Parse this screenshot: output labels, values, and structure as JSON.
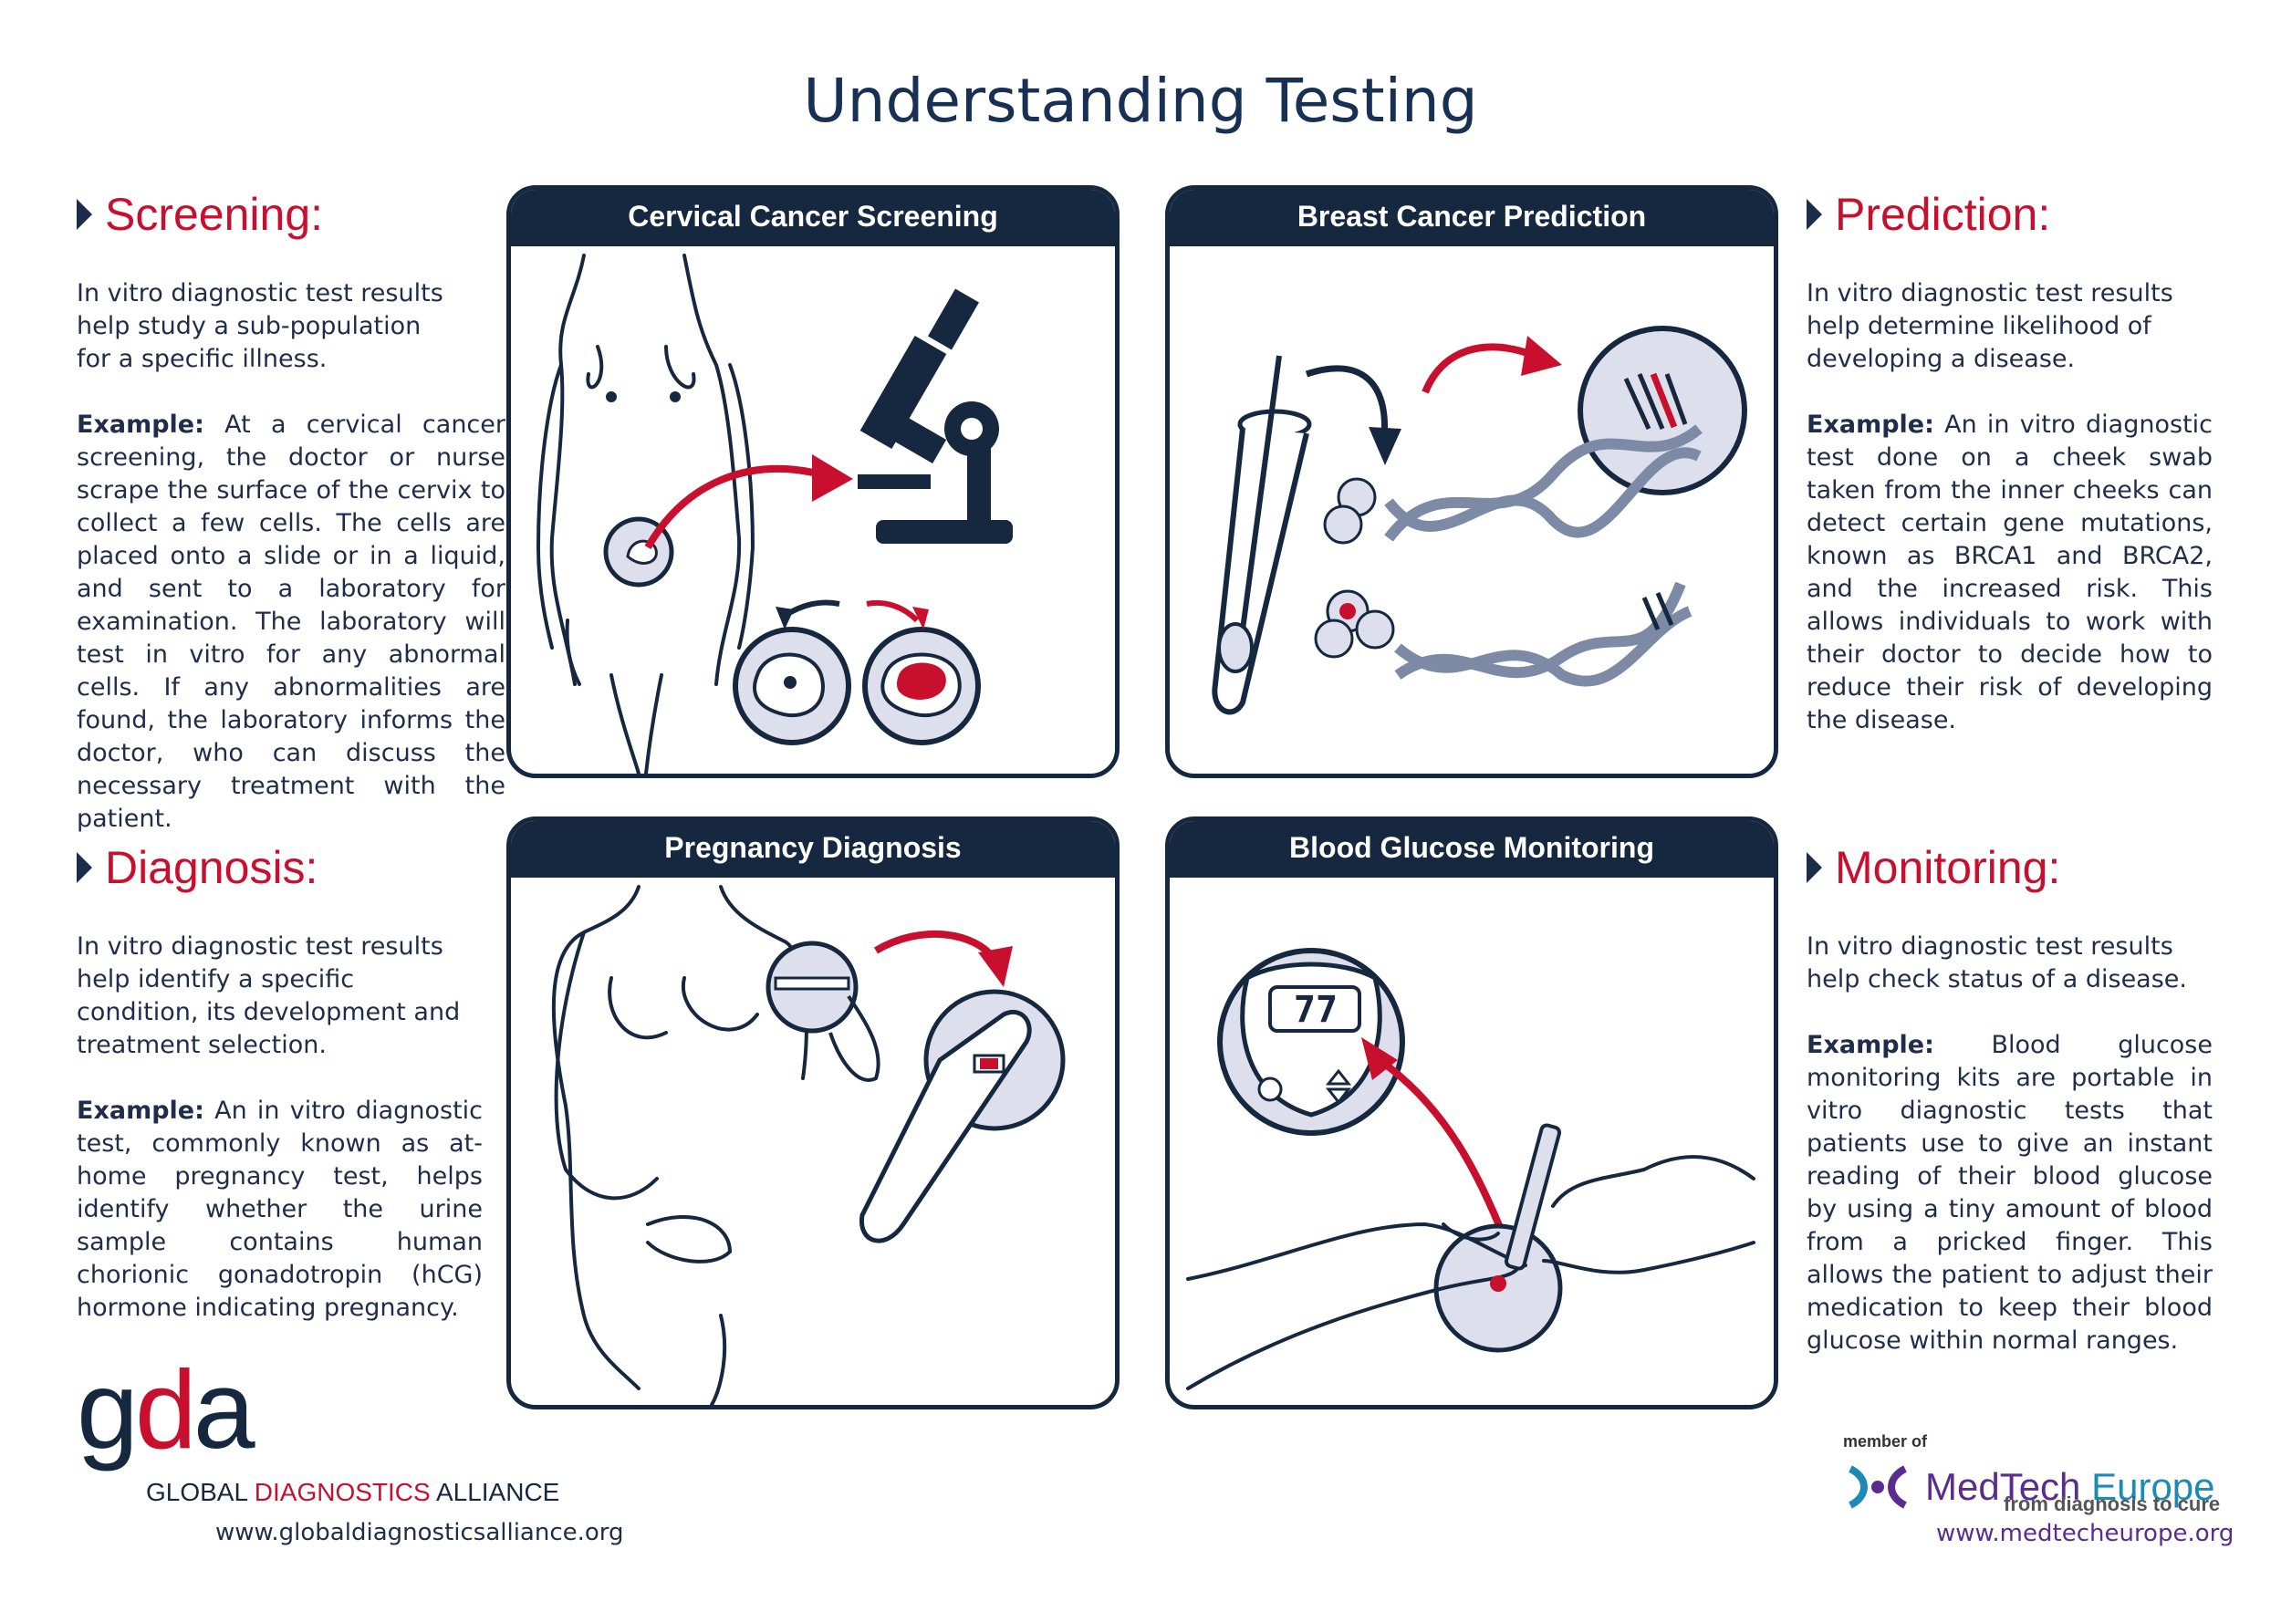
{
  "title": "Understanding Testing",
  "sections": {
    "screening": {
      "heading": "Screening:",
      "description": "In vitro diagnostic test results help study a sub-population for a specific illness.",
      "example_label": "Example:",
      "example_text": " At a cervical cancer screening, the doctor or nurse scrape the surface of the cervix to collect a few cells. The cells are placed onto a slide or in a liquid, and sent to a laboratory for examination. The laboratory will test in vitro for any abnormal cells. If any abnormalities are found, the laboratory informs the doctor, who can discuss the necessary treatment with the patient."
    },
    "diagnosis": {
      "heading": "Diagnosis:",
      "description": "In vitro diagnostic test results help identify a specific condition, its development and treatment selection.",
      "example_label": "Example:",
      "example_text": " An in vitro diagnostic test, commonly known as at-home pregnancy test, helps identify whether the urine sample contains human chorionic gonadotropin (hCG) hormone indicating pregnancy."
    },
    "prediction": {
      "heading": "Prediction:",
      "description": "In vitro diagnostic test results help determine likelihood of developing a disease.",
      "example_label": "Example:",
      "example_text": " An in vitro diagnostic test done on a cheek swab taken from the inner cheeks can detect certain gene mutations, known as BRCA1 and BRCA2, and the increased risk. This allows individuals to work with their doctor to decide how to reduce their risk of developing the disease."
    },
    "monitoring": {
      "heading": "Monitoring:",
      "description": "In vitro diagnostic test results help check status of a disease.",
      "example_label": "Example:",
      "example_text": " Blood glucose monitoring kits are portable in vitro diagnostic tests that patients use to give an instant reading of their blood glucose by using a tiny amount of blood from a pricked finger. This allows the patient to adjust their medication to keep their blood glucose within normal ranges."
    }
  },
  "panels": {
    "cervical": "Cervical Cancer Screening",
    "breast": "Breast Cancer Prediction",
    "pregnancy": "Pregnancy Diagnosis",
    "glucose": "Blood Glucose Monitoring",
    "glucose_reading": "77"
  },
  "footer": {
    "gda_g": "g",
    "gda_d": "d",
    "gda_a": "a",
    "gda_name_1": "GLOBAL ",
    "gda_name_2": "DIAGNOSTICS",
    "gda_name_3": " ALLIANCE",
    "gda_url": "www.globaldiagnosticsalliance.org",
    "member_of": "member of",
    "medtech_1": "MedTech ",
    "medtech_2": "Europe",
    "medtech_tagline": "from diagnosis to cure",
    "medtech_url": "www.medtecheurope.org"
  },
  "colors": {
    "navy": "#16283f",
    "red": "#c8102e",
    "lavender": "#dde0ec",
    "purple": "#5b2c8f"
  }
}
